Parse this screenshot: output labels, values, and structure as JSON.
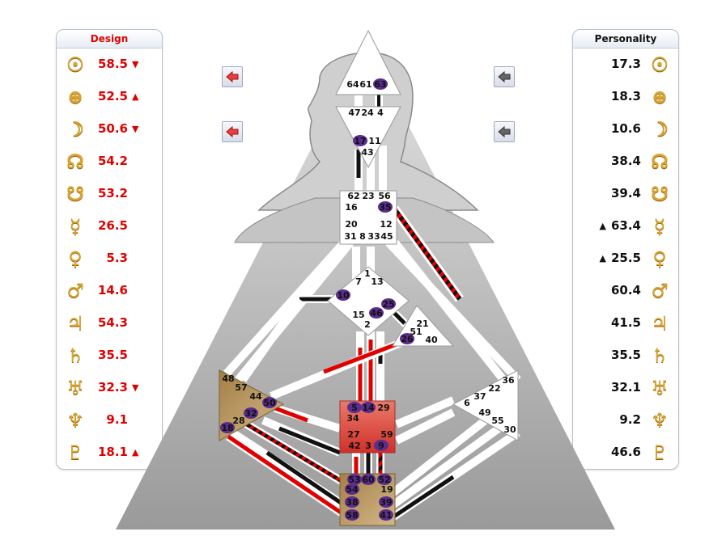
{
  "design": {
    "title": "Design",
    "rows": [
      {
        "icon": "sun-icon",
        "glyph": "☉",
        "value": "58.5",
        "mark": "▼"
      },
      {
        "icon": "earth-icon",
        "glyph": "⊕",
        "value": "52.5",
        "mark": "▲"
      },
      {
        "icon": "moon-icon",
        "glyph": "☽",
        "value": "50.6",
        "mark": "▼"
      },
      {
        "icon": "north-node-icon",
        "glyph": "☊",
        "value": "54.2",
        "mark": ""
      },
      {
        "icon": "south-node-icon",
        "glyph": "☋",
        "value": "53.2",
        "mark": ""
      },
      {
        "icon": "mercury-icon",
        "glyph": "☿",
        "value": "26.5",
        "mark": ""
      },
      {
        "icon": "venus-icon",
        "glyph": "♀",
        "value": "5.3",
        "mark": ""
      },
      {
        "icon": "mars-icon",
        "glyph": "♂",
        "value": "14.6",
        "mark": ""
      },
      {
        "icon": "jupiter-icon",
        "glyph": "♃",
        "value": "54.3",
        "mark": ""
      },
      {
        "icon": "saturn-icon",
        "glyph": "♄",
        "value": "35.5",
        "mark": ""
      },
      {
        "icon": "uranus-icon",
        "glyph": "♅",
        "value": "32.3",
        "mark": "▼"
      },
      {
        "icon": "neptune-icon",
        "glyph": "♆",
        "value": "9.1",
        "mark": ""
      },
      {
        "icon": "pluto-icon",
        "glyph": "♇",
        "value": "18.1",
        "mark": "▲"
      }
    ]
  },
  "personality": {
    "title": "Personality",
    "rows": [
      {
        "icon": "sun-icon",
        "glyph": "☉",
        "value": "17.3",
        "mark": ""
      },
      {
        "icon": "earth-icon",
        "glyph": "⊕",
        "value": "18.3",
        "mark": ""
      },
      {
        "icon": "moon-icon",
        "glyph": "☽",
        "value": "10.6",
        "mark": ""
      },
      {
        "icon": "north-node-icon",
        "glyph": "☊",
        "value": "38.4",
        "mark": ""
      },
      {
        "icon": "south-node-icon",
        "glyph": "☋",
        "value": "39.4",
        "mark": ""
      },
      {
        "icon": "mercury-icon",
        "glyph": "☿",
        "value": "63.4",
        "mark": "▲"
      },
      {
        "icon": "venus-icon",
        "glyph": "♀",
        "value": "25.5",
        "mark": "▲"
      },
      {
        "icon": "mars-icon",
        "glyph": "♂",
        "value": "60.4",
        "mark": ""
      },
      {
        "icon": "jupiter-icon",
        "glyph": "♃",
        "value": "41.5",
        "mark": ""
      },
      {
        "icon": "saturn-icon",
        "glyph": "♄",
        "value": "35.5",
        "mark": ""
      },
      {
        "icon": "uranus-icon",
        "glyph": "♅",
        "value": "32.1",
        "mark": ""
      },
      {
        "icon": "neptune-icon",
        "glyph": "♆",
        "value": "9.2",
        "mark": ""
      },
      {
        "icon": "pluto-icon",
        "glyph": "♇",
        "value": "46.6",
        "mark": ""
      }
    ]
  },
  "nav": {
    "design_buttons": [
      "left-arrow-red-icon",
      "left-arrow-red-icon"
    ],
    "personality_buttons": [
      "left-arrow-gray-icon",
      "left-arrow-gray-icon"
    ]
  },
  "colors": {
    "design": "#e00000",
    "personality": "#111111",
    "defined_center_red": "#e05050",
    "defined_center_tan": "#b9955c",
    "activated_gate": "#5b2d8e",
    "planet_glyph": "#d9a431"
  },
  "centers": {
    "head": {
      "gates": [
        "64",
        "61",
        "63"
      ],
      "defined": false
    },
    "ajna": {
      "gates": [
        "47",
        "24",
        "4",
        "17",
        "11",
        "43"
      ],
      "defined": false
    },
    "throat": {
      "gates": [
        "62",
        "23",
        "56",
        "16",
        "35",
        "20",
        "12",
        "31",
        "8",
        "33",
        "45"
      ],
      "defined": false
    },
    "g": {
      "gates": [
        "1",
        "7",
        "13",
        "10",
        "25",
        "15",
        "46",
        "2"
      ],
      "defined": false
    },
    "heart": {
      "gates": [
        "21",
        "51",
        "26",
        "40"
      ],
      "defined": false
    },
    "spleen": {
      "gates": [
        "48",
        "57",
        "44",
        "50",
        "32",
        "28",
        "18"
      ],
      "defined": true
    },
    "sacral": {
      "gates": [
        "5",
        "14",
        "29",
        "34",
        "27",
        "59",
        "42",
        "3",
        "9"
      ],
      "defined": true
    },
    "solar_plexus": {
      "gates": [
        "36",
        "22",
        "6",
        "37",
        "49",
        "55",
        "30"
      ],
      "defined": false
    },
    "root": {
      "gates": [
        "53",
        "60",
        "52",
        "54",
        "19",
        "38",
        "39",
        "58",
        "41"
      ],
      "defined": true
    }
  },
  "activated_gates": [
    "63",
    "17",
    "35",
    "10",
    "46",
    "25",
    "26",
    "50",
    "32",
    "18",
    "5",
    "14",
    "9",
    "53",
    "60",
    "52",
    "54",
    "38",
    "39",
    "58",
    "41"
  ]
}
